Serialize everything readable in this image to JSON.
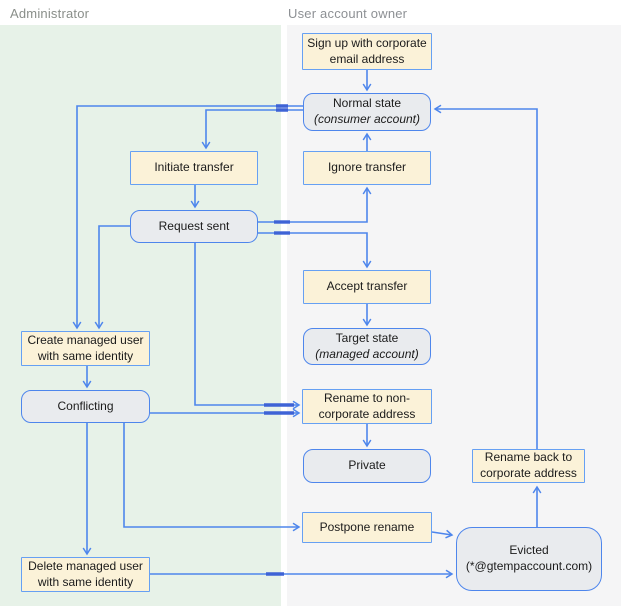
{
  "lanes": {
    "admin_label": "Administrator",
    "user_label": "User account owner",
    "admin_color": "#e7f2e8",
    "user_color": "#f5f5f6"
  },
  "colors": {
    "edge_blue": "#4e86ec",
    "edge_overlap_dark": "#3e63d6",
    "action_fill": "#fbf2d8",
    "action_border": "#66a0f3",
    "state_fill": "#e9ebee",
    "state_border": "#4e86ec",
    "text": "#1b1b1b",
    "lane_label_text": "#8a8f8a"
  },
  "nodes": {
    "signup": {
      "line1": "Sign up with corporate",
      "line2": "email address",
      "kind": "action"
    },
    "normal": {
      "line1": "Normal state",
      "line2": "(consumer account)",
      "kind": "state"
    },
    "initiate": {
      "line1": "Initiate transfer",
      "line2": "",
      "kind": "action"
    },
    "ignore": {
      "line1": "Ignore transfer",
      "line2": "",
      "kind": "action"
    },
    "request": {
      "line1": "Request sent",
      "line2": "",
      "kind": "state"
    },
    "accept": {
      "line1": "Accept transfer",
      "line2": "",
      "kind": "action"
    },
    "target": {
      "line1": "Target state",
      "line2": "(managed account)",
      "kind": "state"
    },
    "create": {
      "line1": "Create managed user",
      "line2": "with same identity",
      "kind": "action"
    },
    "conflicting": {
      "line1": "Conflicting",
      "line2": "",
      "kind": "state"
    },
    "rename_non": {
      "line1": "Rename to non-",
      "line2": "corporate address",
      "kind": "action"
    },
    "private": {
      "line1": "Private",
      "line2": "",
      "kind": "state"
    },
    "rename_back": {
      "line1": "Rename back to",
      "line2": "corporate address",
      "kind": "action"
    },
    "postpone": {
      "line1": "Postpone rename",
      "line2": "",
      "kind": "action"
    },
    "evicted": {
      "line1": "Evicted",
      "line2": "(*@gtempaccount.com)",
      "kind": "state"
    },
    "delete": {
      "line1": "Delete managed user",
      "line2": "with same identity",
      "kind": "action"
    }
  },
  "edges": [
    {
      "from": "signup",
      "to": "normal"
    },
    {
      "from": "ignore",
      "to": "normal"
    },
    {
      "from": "request",
      "to": "ignore"
    },
    {
      "from": "request",
      "to": "accept"
    },
    {
      "from": "accept",
      "to": "target"
    },
    {
      "from": "normal",
      "to": "create"
    },
    {
      "from": "normal",
      "to": "initiate"
    },
    {
      "from": "initiate",
      "to": "request"
    },
    {
      "from": "request",
      "to": "create"
    },
    {
      "from": "request",
      "to": "rename_non"
    },
    {
      "from": "create",
      "to": "conflicting"
    },
    {
      "from": "conflicting",
      "to": "rename_non"
    },
    {
      "from": "conflicting",
      "to": "delete"
    },
    {
      "from": "conflicting",
      "to": "postpone"
    },
    {
      "from": "rename_non",
      "to": "private"
    },
    {
      "from": "postpone",
      "to": "evicted"
    },
    {
      "from": "delete",
      "to": "evicted"
    },
    {
      "from": "evicted",
      "to": "rename_back"
    },
    {
      "from": "rename_back",
      "to": "normal"
    }
  ]
}
